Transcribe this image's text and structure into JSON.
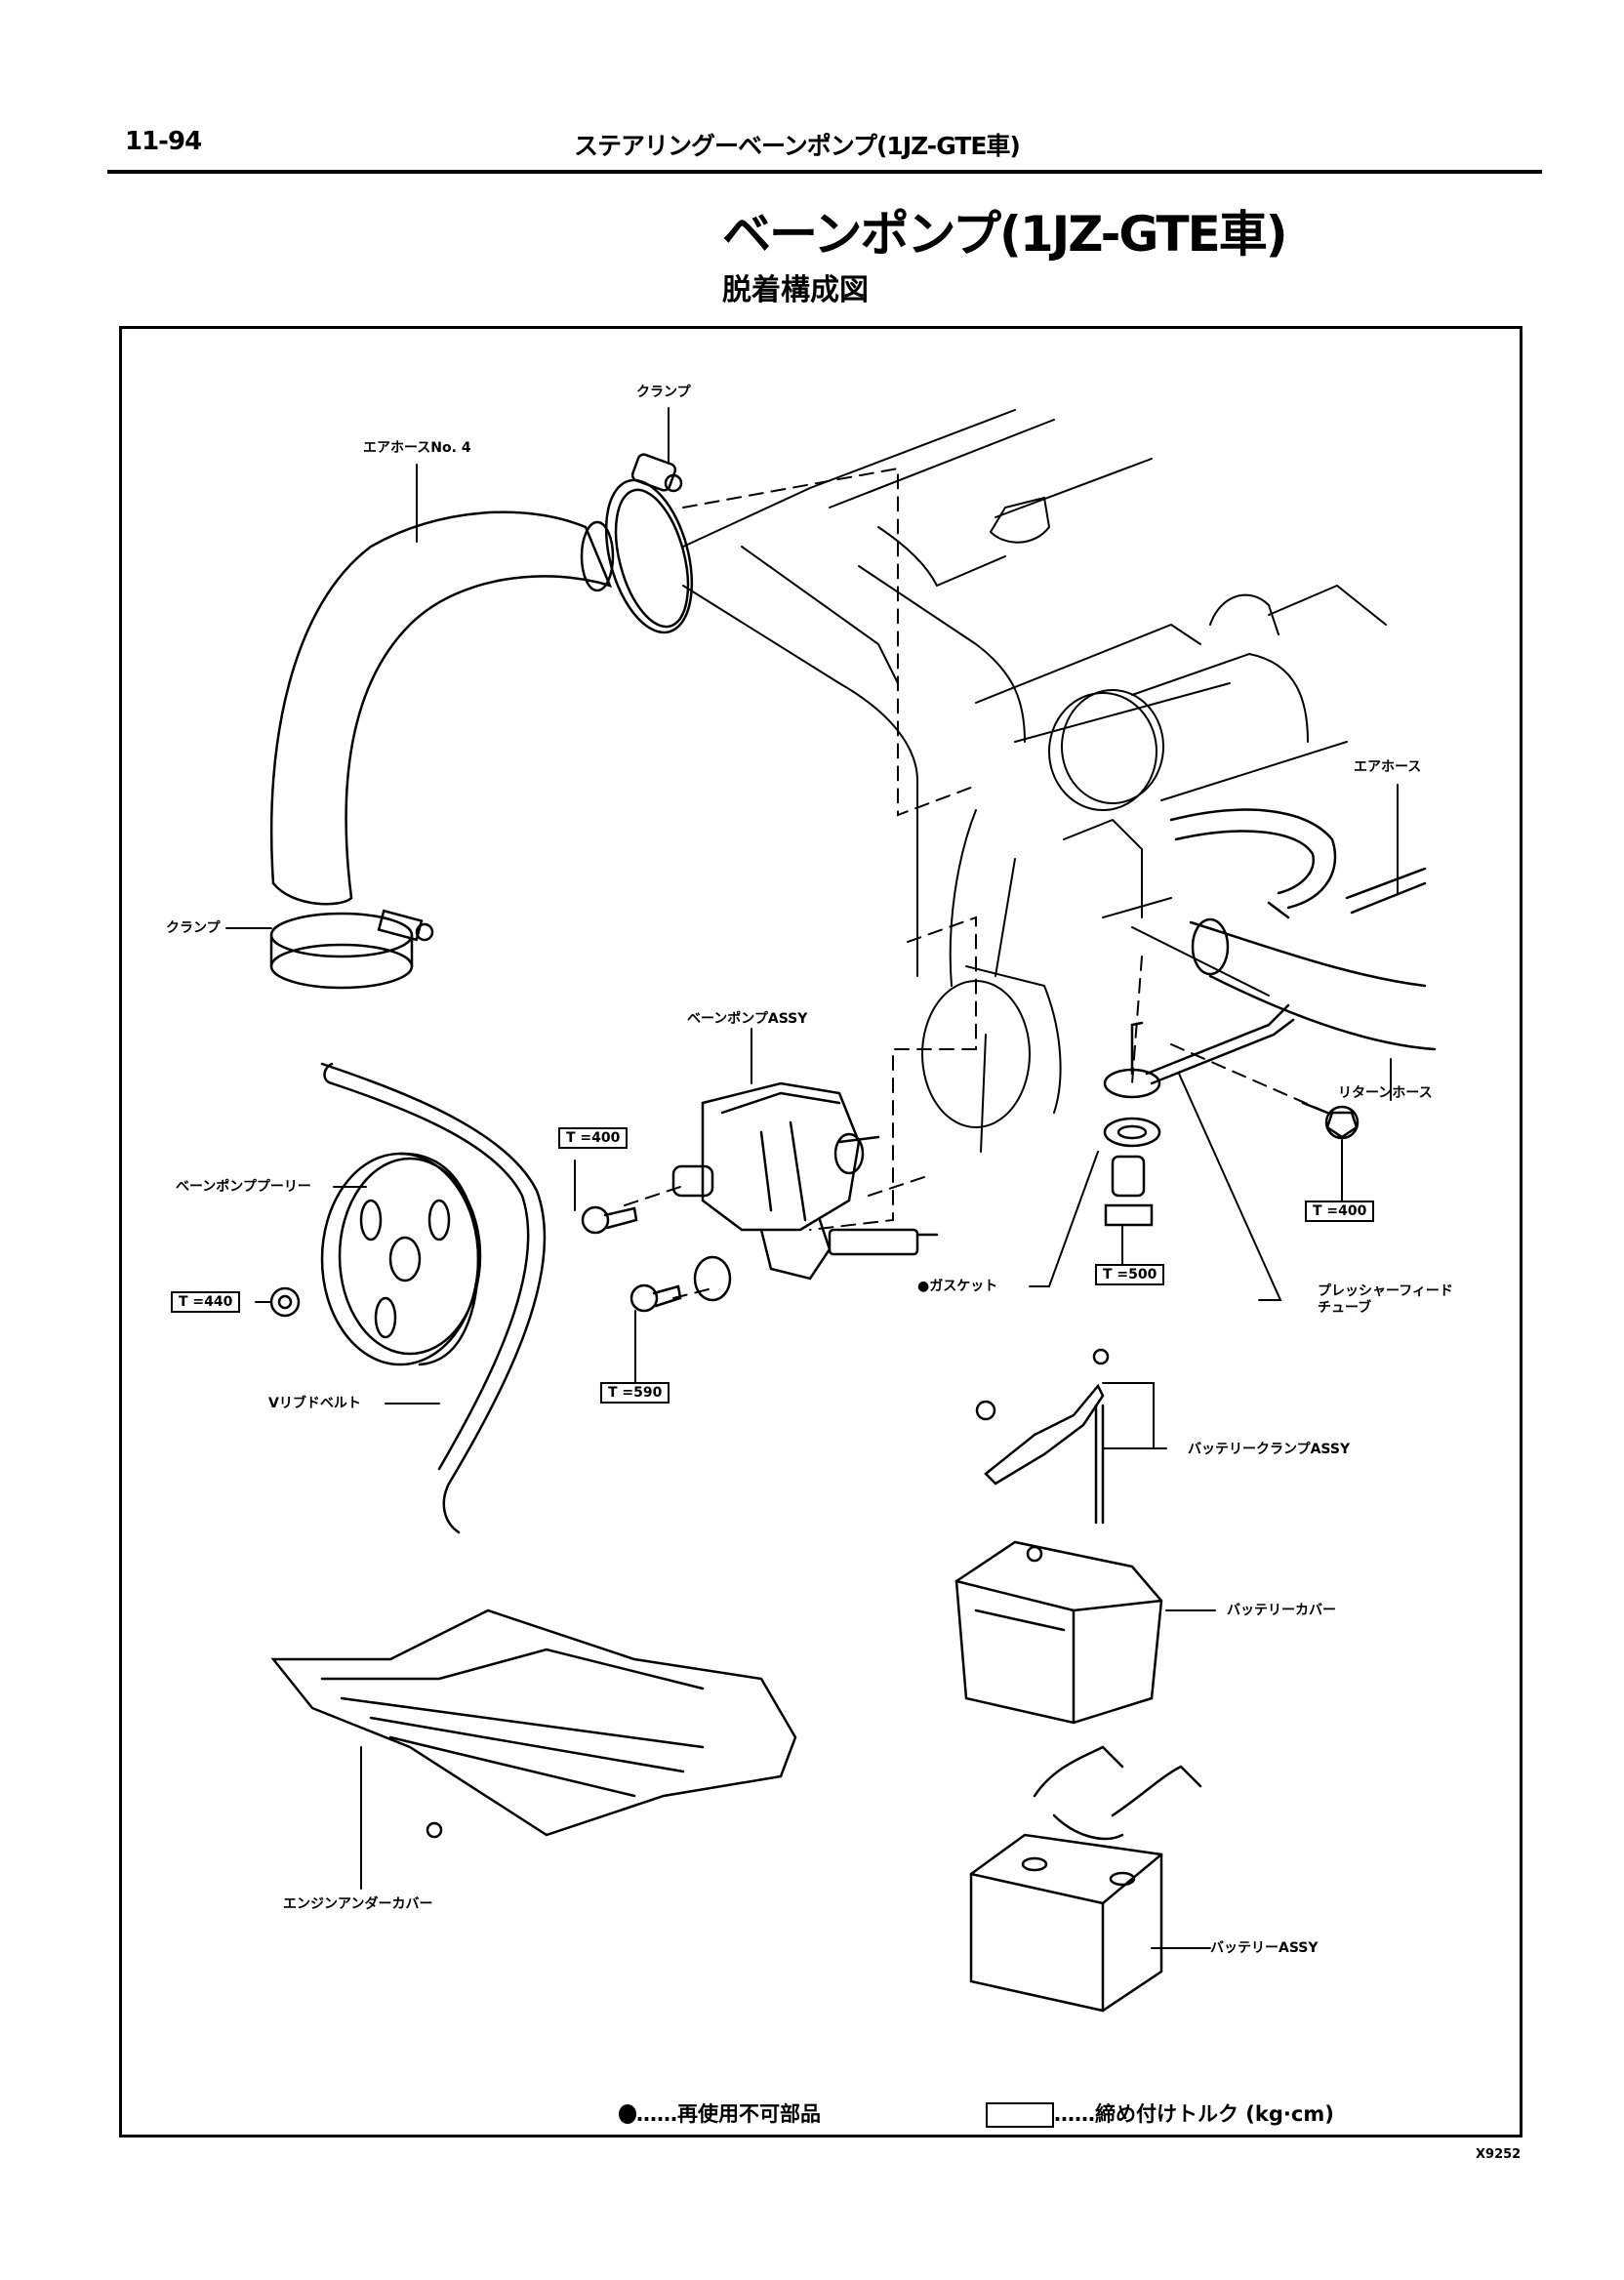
{
  "header": {
    "page_number": "11-94",
    "section_title": "ステアリングーベーンポンプ(1JZ-GTE車)"
  },
  "title": {
    "main": "ベーンポンプ(1JZ-GTE車)",
    "sub": "脱着構成図"
  },
  "parts": {
    "clamp_top": "クランプ",
    "air_hose_no4": "エアホースNo. 4",
    "air_hose": "エアホース",
    "clamp_left": "クランプ",
    "vane_pump_assy": "ベーンポンプASSY",
    "return_hose": "リターンホース",
    "vane_pump_pulley": "ベーンポンププーリー",
    "gasket": "●ガスケット",
    "pressure_feed_tube_line1": "プレッシャーフィード",
    "pressure_feed_tube_line2": "チューブ",
    "v_ribbed_belt": "Vリブドベルト",
    "battery_clamp_assy": "バッテリークランプASSY",
    "battery_cover": "バッテリーカバー",
    "engine_under_cover": "エンジンアンダーカバー",
    "battery_assy": "バッテリーASSY"
  },
  "torques": {
    "pump_bolt_upper": "T =400",
    "pulley_nut": "T =440",
    "pump_bolt_lower": "T =590",
    "union_bolt": "T =500",
    "return_hose_bolt": "T =400"
  },
  "legend": {
    "non_reusable": "……再使用不可部品",
    "torque": "……締め付けトルク (kg·cm)"
  },
  "figure_id": "X9252"
}
